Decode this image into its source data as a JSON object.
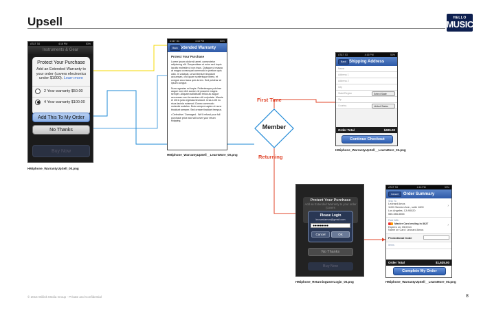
{
  "page": {
    "title": "Upsell",
    "logo_line1": "HELLO",
    "logo_line2": "MUSIC",
    "footer": "© 2015 Wiilink Media Group - Private and Confidential",
    "page_number": "8",
    "colors": {
      "blue": "#1e88d6",
      "yellow": "#f5d800",
      "red": "#e0442a",
      "nav_blue": "#2e5aa8"
    }
  },
  "flow": {
    "decision": "Member",
    "first_time": "First Time",
    "returning": "Returning"
  },
  "captions": {
    "p1": "HMiphone_WarrantyUpSell_00.png",
    "p2": "HMiphone_WarrantyUpSell__LearnMore_00.png",
    "p3": "HMiphone_WarrantyUpSell__LearnMore_03.png",
    "p4": "HMiphone_ReturningUserLogin_00.png",
    "p5": "HMiphone_WarrantyUpSell__LearnMore_00.png"
  },
  "phone1": {
    "status_left": "AT&T 3G",
    "status_time": "4:16 PM",
    "status_right": "53%",
    "nav_title": "Instruments & Gear",
    "modal_title": "Protect Your Purchase",
    "modal_body": "Add an Extended Warranty to your order (covers electronics under $1000).",
    "learn_more": "Learn more",
    "option1": "2 Year warranty  $50.00",
    "option2": "4 Year warranty  $100.00",
    "add_button": "Add This To My Order",
    "no_button": "No Thanks",
    "buy_now": "Buy Now"
  },
  "phone2": {
    "status_left": "AT&T 3G",
    "status_time": "4:16 PM",
    "status_right": "53%",
    "back": "Back",
    "nav_title": "Extended Warranty",
    "heading": "Protect Your Purchase",
    "para1": "Lorem ipsum dolor sit amet, consectetur adipiscing elit. Suspendisse et enim sed turpis iaculis molestie ut non risus. Quisque ut massa at magna consequat commodo in pretium quis odio. In volutpat, urna interdum tincidunt accumsan, orci quam scelerisque libero, et congue arcu lacus quis lorem. Sed pulvinar at ipsum congue.",
    "para2": "Nunc egestas mi turpis. Pellentesque pulvinar augue non nibh auctor vel posuere magna semper. Aliquam sollicitudin tellus ac augue accumsan non fermentum elit vulputate. Mauris et elit in justo egestas tincidunt. Cras a elit eu risus lacinia euismod. Donec commodo molestie sodales. Duis semper sapien et nunc tincidunt semper. Sed ornare tincidunt tempus.",
    "para3": "• Defective / Damaged - We'll refund your full purchase price and will cover your return shipping."
  },
  "phone3": {
    "status_left": "AT&T 3G",
    "status_time": "4:16 PM",
    "status_right": "53%",
    "back": "Back",
    "nav_title": "Shipping Address",
    "fields": [
      "Name",
      "Address 1",
      "Address 2",
      "City",
      "State/Region",
      "Zip",
      "Country"
    ],
    "state_select": "Select State",
    "country_select": "United States",
    "order_total_label": "Order Total",
    "order_total_value": "$405.00",
    "cta": "Continue Checkout"
  },
  "phone4": {
    "modal_title": "Protect Your Purchase",
    "modal_body": "Add an Extended Warranty to your order (covers",
    "login_title": "Please Login",
    "login_email": "leonardamos@gmail.com",
    "password_mask": "●●●●●●●●●",
    "cancel": "Cancel",
    "ok": "OK",
    "no_thanks": "No Thanks",
    "buy_now": "Buy Now"
  },
  "phone5": {
    "status_left": "AT&T 3G",
    "status_time": "4:16 PM",
    "status_right": "53%",
    "cancel": "Cancel",
    "nav_title": "Order Summary",
    "ship_to_label": "Ship To",
    "ship_name": "Leonard Amos",
    "ship_addr1": "1100 Glendon Ave., suite 1600",
    "ship_addr2": "Los Angeles, CA 90020",
    "ship_phone": "555-555-5555",
    "paid_with_label": "Paid With",
    "card": "Master Card ending in 8627",
    "expires": "Expires on: 05/2014",
    "name_on_card": "Name on Card: Leonard Amos",
    "promo_label": "Promotional Code",
    "items_label": "Items",
    "order_total_label": "Order Total",
    "order_total_value": "$1,635.00",
    "cta": "Complete My Order"
  }
}
